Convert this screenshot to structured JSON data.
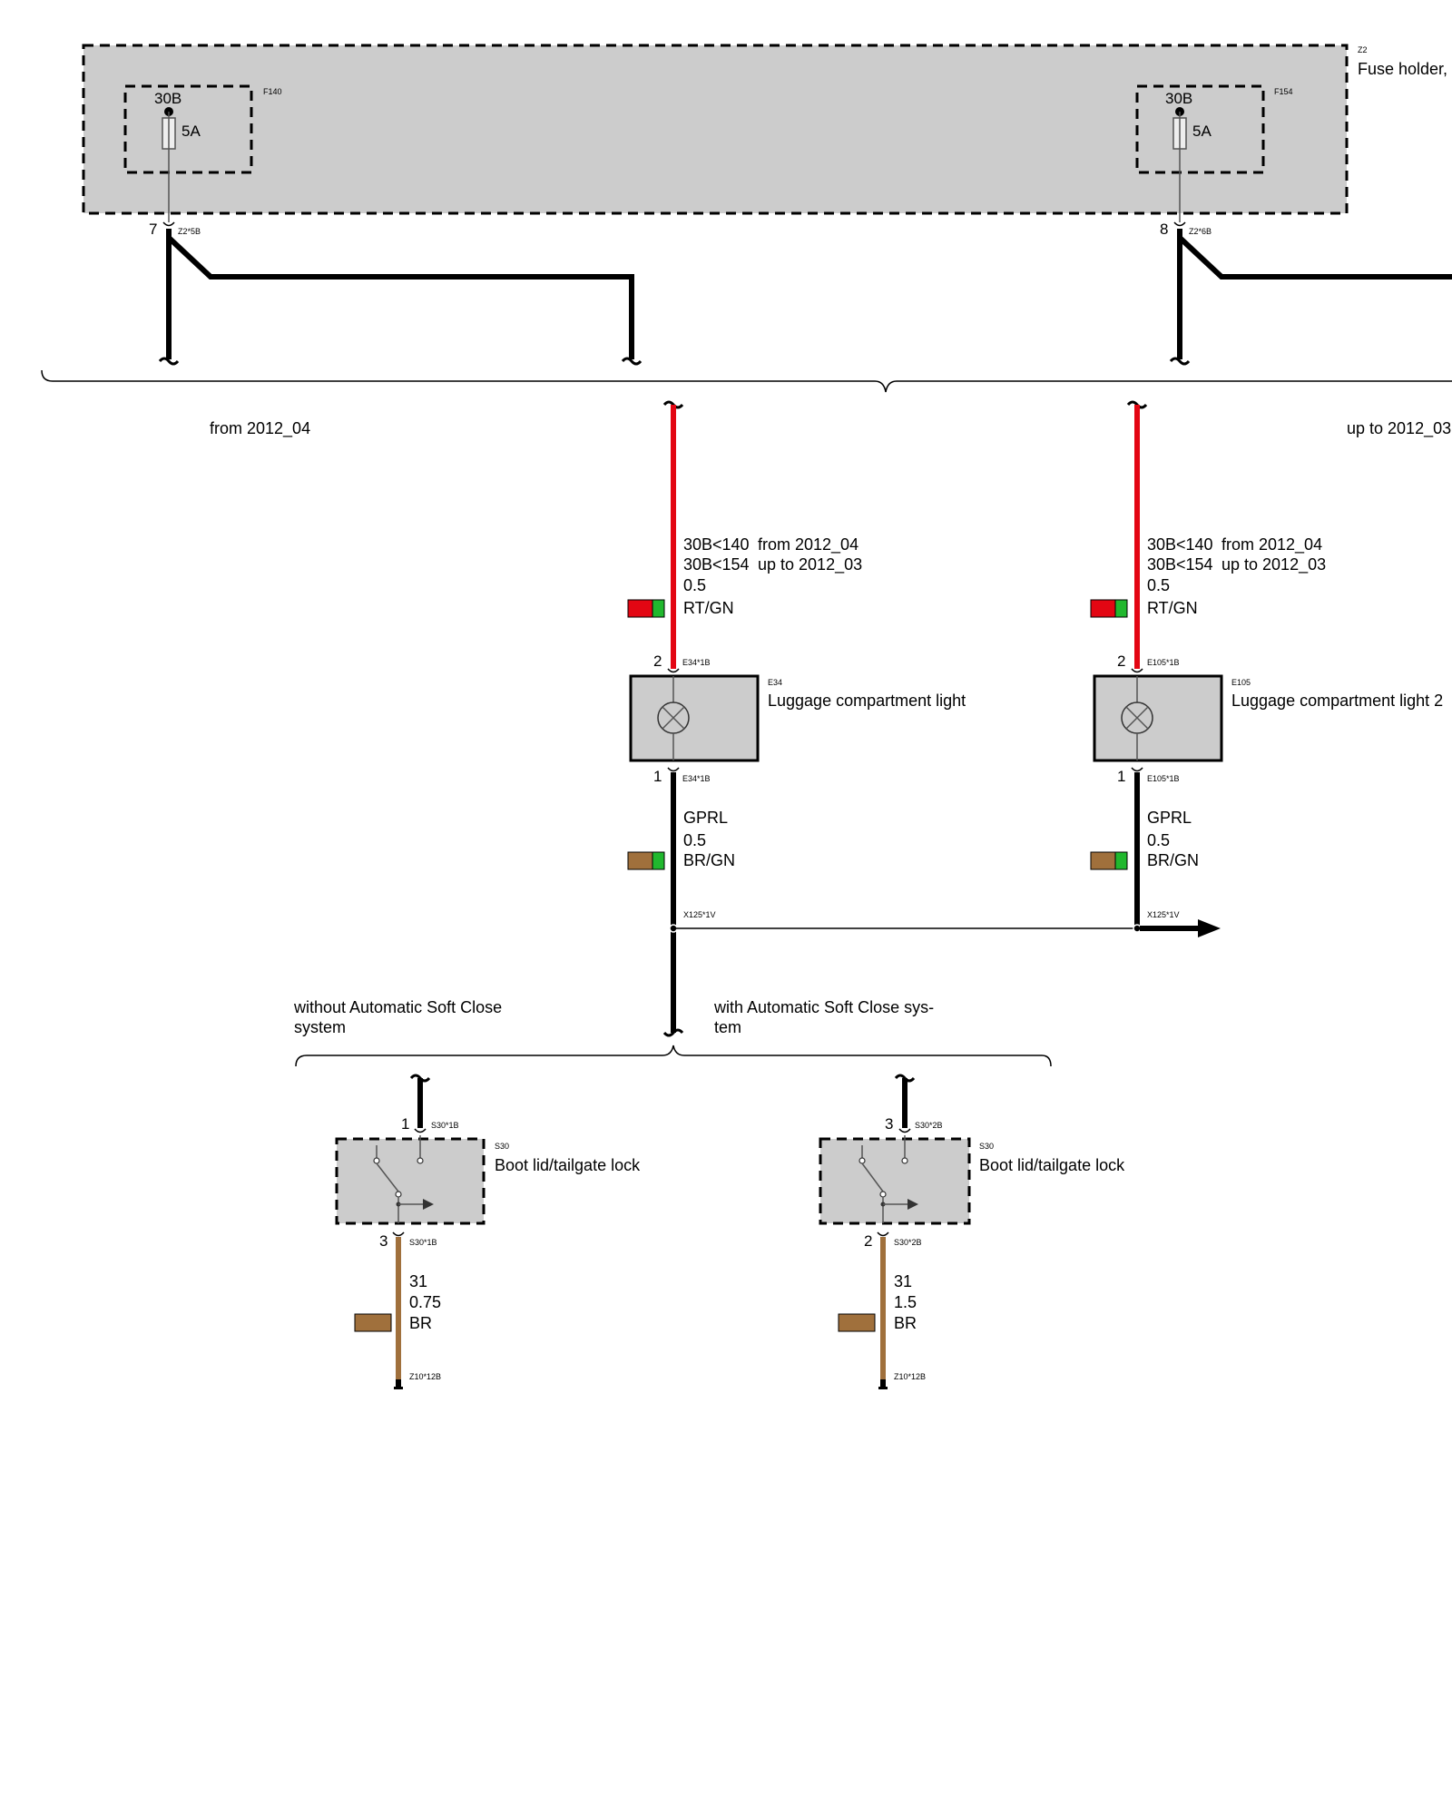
{
  "fuse_holder": {
    "id": "Z2",
    "label": "Fuse holder,",
    "fuse_left": {
      "id": "F140",
      "terminal": "30B",
      "rating": "5A",
      "pin": "7",
      "connector": "Z2*5B"
    },
    "fuse_right": {
      "id": "F154",
      "terminal": "30B",
      "rating": "5A",
      "pin": "8",
      "connector": "Z2*6B"
    }
  },
  "variants": {
    "left": "from 2012_04",
    "right": "up to 2012_03"
  },
  "wire_supply_1": {
    "line1_code": "30B<140",
    "line1_note": "from 2012_04",
    "line2_code": "30B<154",
    "line2_note": "up to 2012_03",
    "size": "0.5",
    "color_code": "RT/GN"
  },
  "wire_supply_2": {
    "line1_code": "30B<140",
    "line1_note": "from 2012_04",
    "line2_code": "30B<154",
    "line2_note": "up to 2012_03",
    "size": "0.5",
    "color_code": "RT/GN"
  },
  "light_1": {
    "id": "E34",
    "name": "Luggage compartment light",
    "pin_top": "2",
    "conn_top": "E34*1B",
    "pin_bottom": "1",
    "conn_bottom": "E34*1B"
  },
  "light_2": {
    "id": "E105",
    "name": "Luggage compartment light 2",
    "pin_top": "2",
    "conn_top": "E105*1B",
    "pin_bottom": "1",
    "conn_bottom": "E105*1B"
  },
  "wire_ground_1": {
    "signal": "GPRL",
    "size": "0.5",
    "color_code": "BR/GN",
    "splice": "X125*1V"
  },
  "wire_ground_2": {
    "signal": "GPRL",
    "size": "0.5",
    "color_code": "BR/GN",
    "splice": "X125*1V"
  },
  "lock_options": {
    "left": "without Automatic Soft Close system",
    "right_line1": "with Automatic Soft Close sys-",
    "right_line2": "tem",
    "left_line1": "without Automatic Soft Close",
    "left_line2": "system"
  },
  "lock_1": {
    "id": "S30",
    "name": "Boot lid/tailgate lock",
    "pin_top": "1",
    "conn_top": "S30*1B",
    "pin_bottom": "3",
    "conn_bottom": "S30*1B",
    "wire_signal": "31",
    "wire_size": "0.75",
    "wire_color": "BR",
    "ground": "Z10*12B"
  },
  "lock_2": {
    "id": "S30",
    "name": "Boot lid/tailgate lock",
    "pin_top": "3",
    "conn_top": "S30*2B",
    "pin_bottom": "2",
    "conn_bottom": "S30*2B",
    "wire_signal": "31",
    "wire_size": "1.5",
    "wire_color": "BR",
    "ground": "Z10*12B"
  },
  "colors": {
    "red_wire": "#e30613",
    "green": "#21b82e",
    "brown": "#a0703c",
    "component_fill": "#cccccc"
  }
}
